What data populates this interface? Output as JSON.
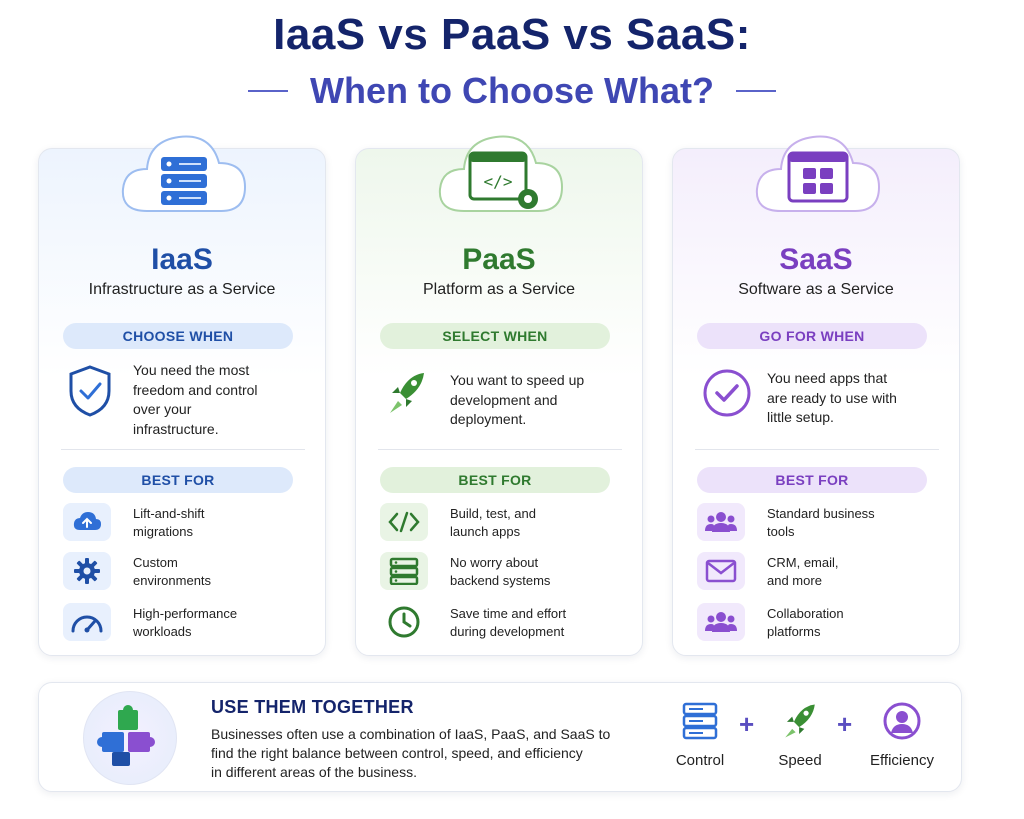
{
  "header": {
    "title": "IaaS vs PaaS vs SaaS:",
    "subtitle": "When to Choose What?"
  },
  "colors": {
    "navy": "#14246b",
    "iaas": "#1f4fa6",
    "paas": "#2f7a2f",
    "saas": "#7a3fc0"
  },
  "cards": [
    {
      "name": "IaaS",
      "full_name": "Infrastructure as a Service",
      "hero_icon": "server-icon",
      "when_label": "CHOOSE WHEN",
      "when_icon": "shield-check-icon",
      "when_lines": [
        "You need the most",
        "freedom and control",
        "over your",
        "infrastructure."
      ],
      "best_label": "BEST FOR",
      "best_for": [
        {
          "icon": "cloud-upload-icon",
          "lines": [
            "Lift-and-shift",
            "migrations"
          ]
        },
        {
          "icon": "gear-icon",
          "lines": [
            "Custom",
            "environments"
          ]
        },
        {
          "icon": "speedometer-icon",
          "lines": [
            "High-performance",
            "workloads"
          ]
        }
      ]
    },
    {
      "name": "PaaS",
      "full_name": "Platform as a Service",
      "hero_icon": "code-window-gear-icon",
      "when_label": "SELECT WHEN",
      "when_icon": "rocket-icon",
      "when_lines": [
        "You want to speed up",
        "development and",
        "deployment."
      ],
      "best_label": "BEST FOR",
      "best_for": [
        {
          "icon": "code-icon",
          "lines": [
            "Build, test, and",
            "launch apps"
          ]
        },
        {
          "icon": "server-stack-icon",
          "lines": [
            "No worry about",
            "backend systems"
          ]
        },
        {
          "icon": "clock-icon",
          "lines": [
            "Save time and effort",
            "during development"
          ]
        }
      ]
    },
    {
      "name": "SaaS",
      "full_name": "Software as a Service",
      "hero_icon": "app-grid-window-icon",
      "when_label": "GO FOR WHEN",
      "when_icon": "check-circle-icon",
      "when_lines": [
        "You need apps that",
        "are ready to use with",
        "little setup."
      ],
      "best_label": "BEST FOR",
      "best_for": [
        {
          "icon": "users-icon",
          "lines": [
            "Standard business",
            "tools"
          ]
        },
        {
          "icon": "envelope-icon",
          "lines": [
            "CRM, email,",
            "and more"
          ]
        },
        {
          "icon": "group-icon",
          "lines": [
            "Collaboration",
            "platforms"
          ]
        }
      ]
    }
  ],
  "together": {
    "icon": "puzzle-icon",
    "title": "USE THEM TOGETHER",
    "lines": [
      "Businesses often use a combination of IaaS, PaaS, and SaaS to",
      "find the right balance between control, speed, and efficiency",
      "in different areas of the business."
    ],
    "combo": [
      {
        "icon": "server-icon",
        "label": "Control"
      },
      {
        "icon": "rocket-icon",
        "label": "Speed"
      },
      {
        "icon": "person-circle-icon",
        "label": "Efficiency"
      }
    ],
    "plus": "+"
  }
}
